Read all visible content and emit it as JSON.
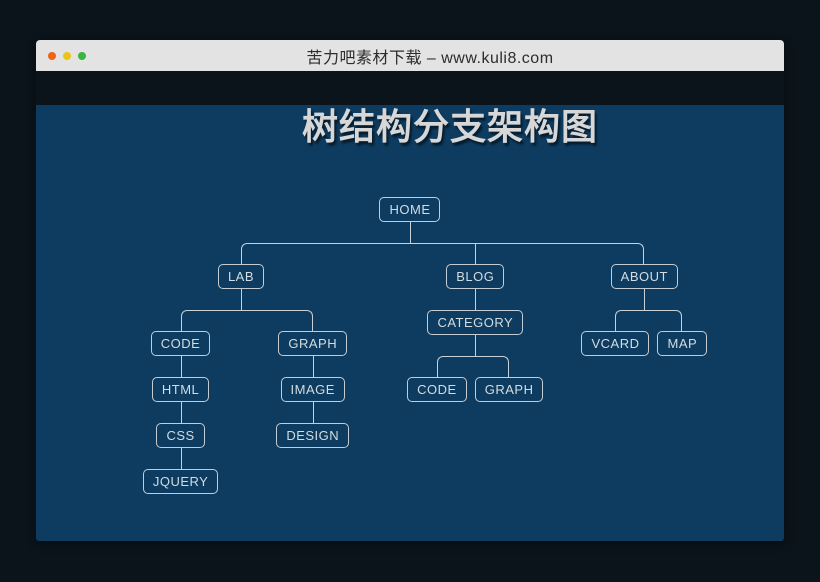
{
  "window": {
    "title": "苦力吧素材下载 – www.kuli8.com",
    "traffic_lights": [
      {
        "name": "close",
        "color": "#ee6318"
      },
      {
        "name": "minimize",
        "color": "#ecc317"
      },
      {
        "name": "maximize",
        "color": "#3cb43e"
      }
    ]
  },
  "page": {
    "heading": "树结构分支架构图"
  },
  "tree": {
    "label": "HOME",
    "children": [
      {
        "label": "LAB",
        "children": [
          {
            "label": "CODE",
            "children": [
              {
                "label": "HTML",
                "children": [
                  {
                    "label": "CSS",
                    "children": [
                      {
                        "label": "JQUERY",
                        "children": []
                      }
                    ]
                  }
                ]
              }
            ]
          },
          {
            "label": "GRAPH",
            "children": [
              {
                "label": "IMAGE",
                "children": [
                  {
                    "label": "DESIGN",
                    "children": []
                  }
                ]
              }
            ]
          }
        ]
      },
      {
        "label": "BLOG",
        "children": [
          {
            "label": "CATEGORY",
            "children": [
              {
                "label": "CODE",
                "children": []
              },
              {
                "label": "GRAPH",
                "children": []
              }
            ]
          }
        ]
      },
      {
        "label": "ABOUT",
        "children": [
          {
            "label": "VCARD",
            "children": []
          },
          {
            "label": "MAP",
            "children": []
          }
        ]
      }
    ]
  },
  "colors": {
    "page_bg": "#0b141b",
    "window_bg": "#0d3c60",
    "titlebar_bg": "#e3e3e3",
    "title_text": "#2c2c2c",
    "connector": "#c7d1d7",
    "node_border": "#c3cdd3",
    "node_text": "#d3dce0",
    "heading_text": "#d7d7d7"
  }
}
